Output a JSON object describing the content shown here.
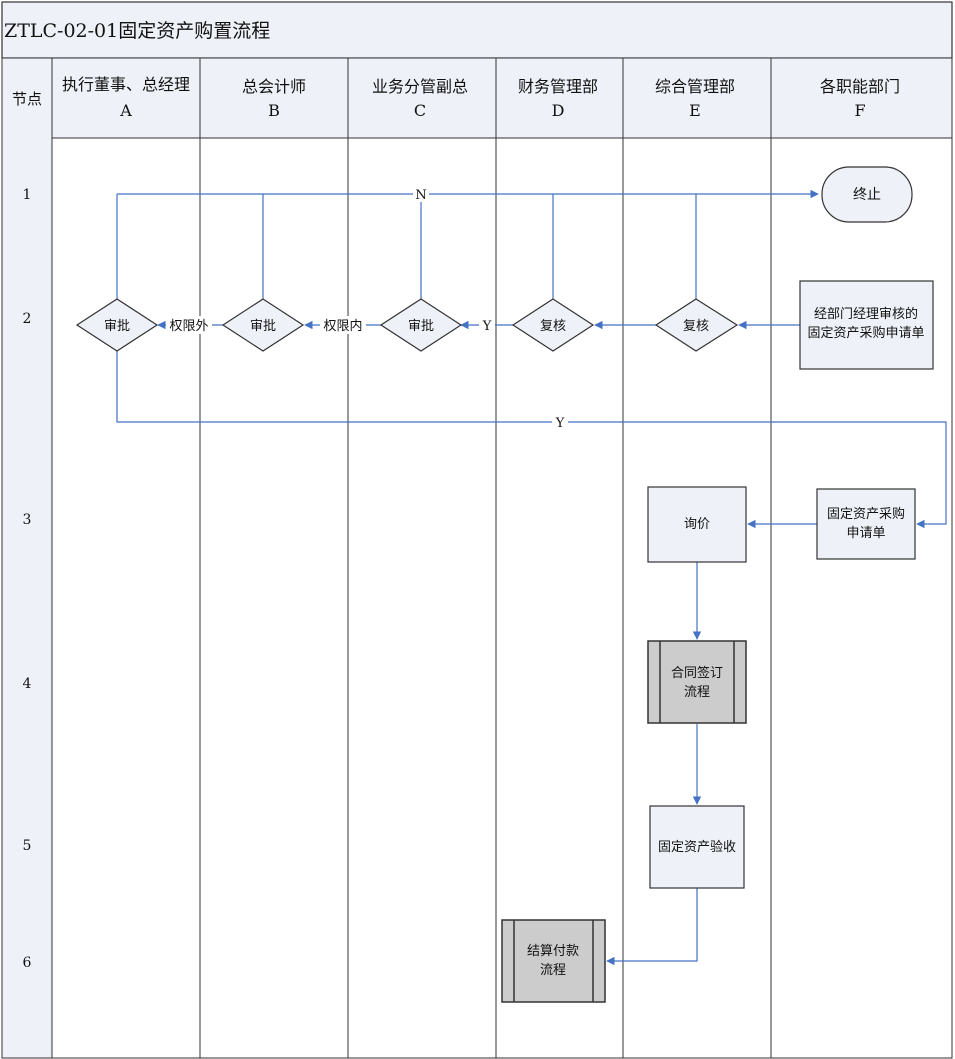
{
  "title": "ZTLC-02-01固定资产购置流程",
  "node_header": "节点",
  "columns": [
    {
      "name": "执行董事、总经理",
      "letter": "A"
    },
    {
      "name": "总会计师",
      "letter": "B"
    },
    {
      "name": "业务分管副总",
      "letter": "C"
    },
    {
      "name": "财务管理部",
      "letter": "D"
    },
    {
      "name": "综合管理部",
      "letter": "E"
    },
    {
      "name": "各职能部门",
      "letter": "F"
    }
  ],
  "rows": [
    "1",
    "2",
    "3",
    "4",
    "5",
    "6"
  ],
  "nodes": {
    "terminate": "终止",
    "approve_a": "审批",
    "approve_b": "审批",
    "approve_c": "审批",
    "review_d": "复核",
    "review_e": "复核",
    "dept_review": [
      "经部门经理审核的",
      "固定资产采购申请单"
    ],
    "request_form": [
      "固定资产采购",
      "申请单"
    ],
    "inquiry": "询价",
    "contract": [
      "合同签订",
      "流程"
    ],
    "acceptance": "固定资产验收",
    "payment": [
      "结算付款",
      "流程"
    ]
  },
  "edge_labels": {
    "no": "N",
    "beyond_authority": "权限外",
    "within_authority": "权限内",
    "yes_c_d": "Y",
    "yes_bottom": "Y"
  },
  "colors": {
    "line": "#4472c4",
    "shape_border": "#333333",
    "shape_fill": "#eef2f8",
    "header_fill": "#eef2f8",
    "subprocess_fill": "#cccccc",
    "grid": "#333333"
  }
}
